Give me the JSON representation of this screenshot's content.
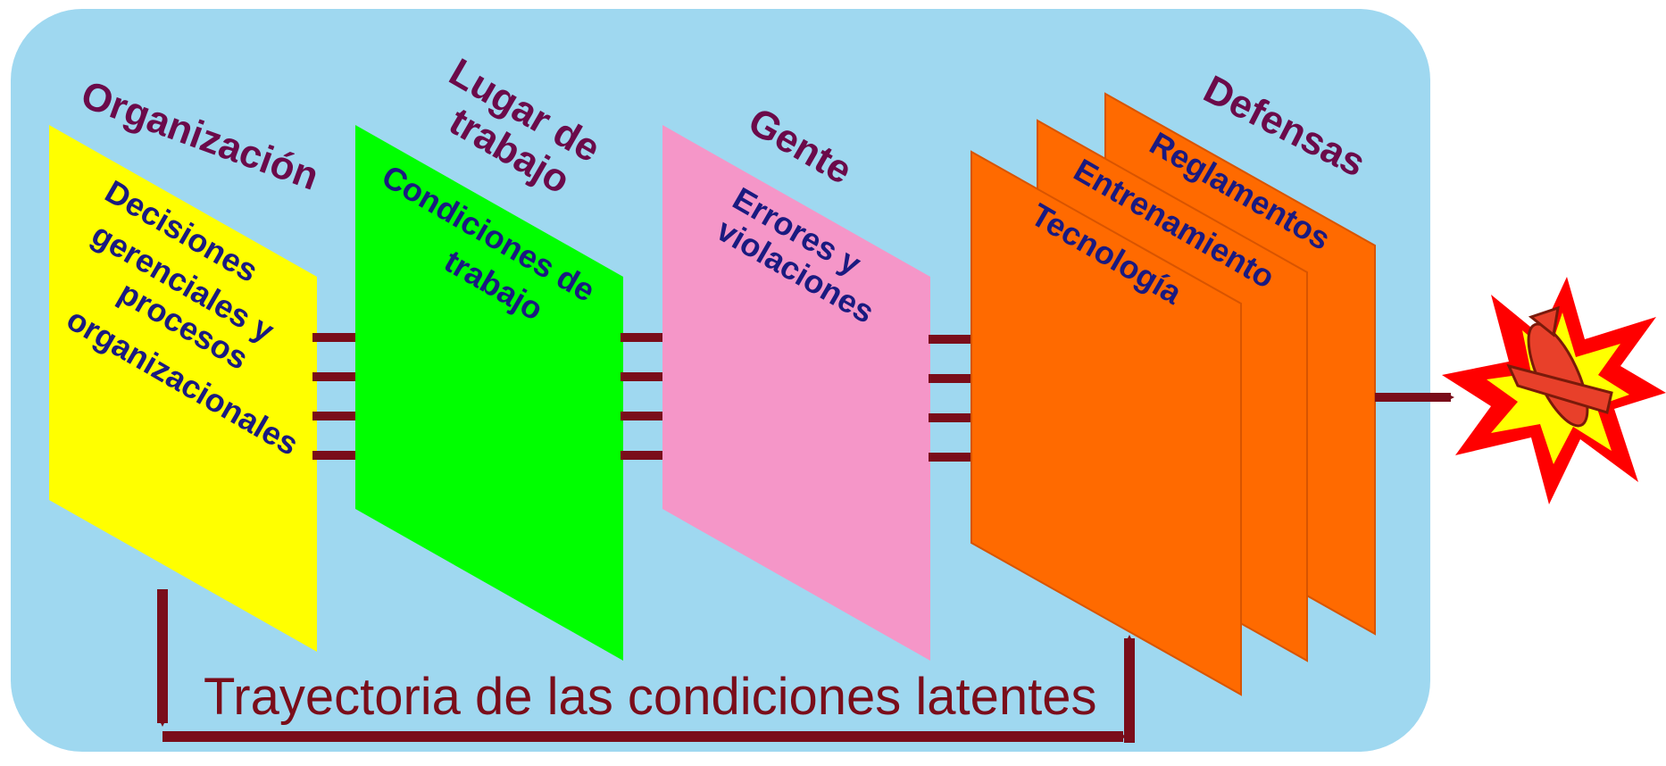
{
  "diagram": {
    "colors": {
      "background": "#9fd8f0",
      "organization_panel": "#ffff00",
      "workplace_panel": "#00ff00",
      "people_panel": "#f596c8",
      "defense_panel": "#ff6a00",
      "arrow": "#7a0d1a",
      "header_text": "#6b0a4a",
      "body_text": "#1a1a80"
    },
    "panels": {
      "organizacion": {
        "header": "Organización",
        "lines": [
          "Decisiones",
          "gerenciales y",
          "procesos",
          "organizacionales"
        ]
      },
      "lugar_de_trabajo": {
        "header_lines": [
          "Lugar de",
          "trabajo"
        ],
        "lines": [
          "Condiciones de",
          "trabajo"
        ]
      },
      "gente": {
        "header": "Gente",
        "lines": [
          "Errores y",
          "violaciones"
        ]
      },
      "defensas": {
        "header": "Defensas",
        "layers": [
          "Reglamentos",
          "Entrenamiento",
          "Tecnología"
        ]
      }
    },
    "trajectory_label": "Trayectoria de las condiciones latentes",
    "accident_icon": "explosion-crashing-plane-icon"
  }
}
